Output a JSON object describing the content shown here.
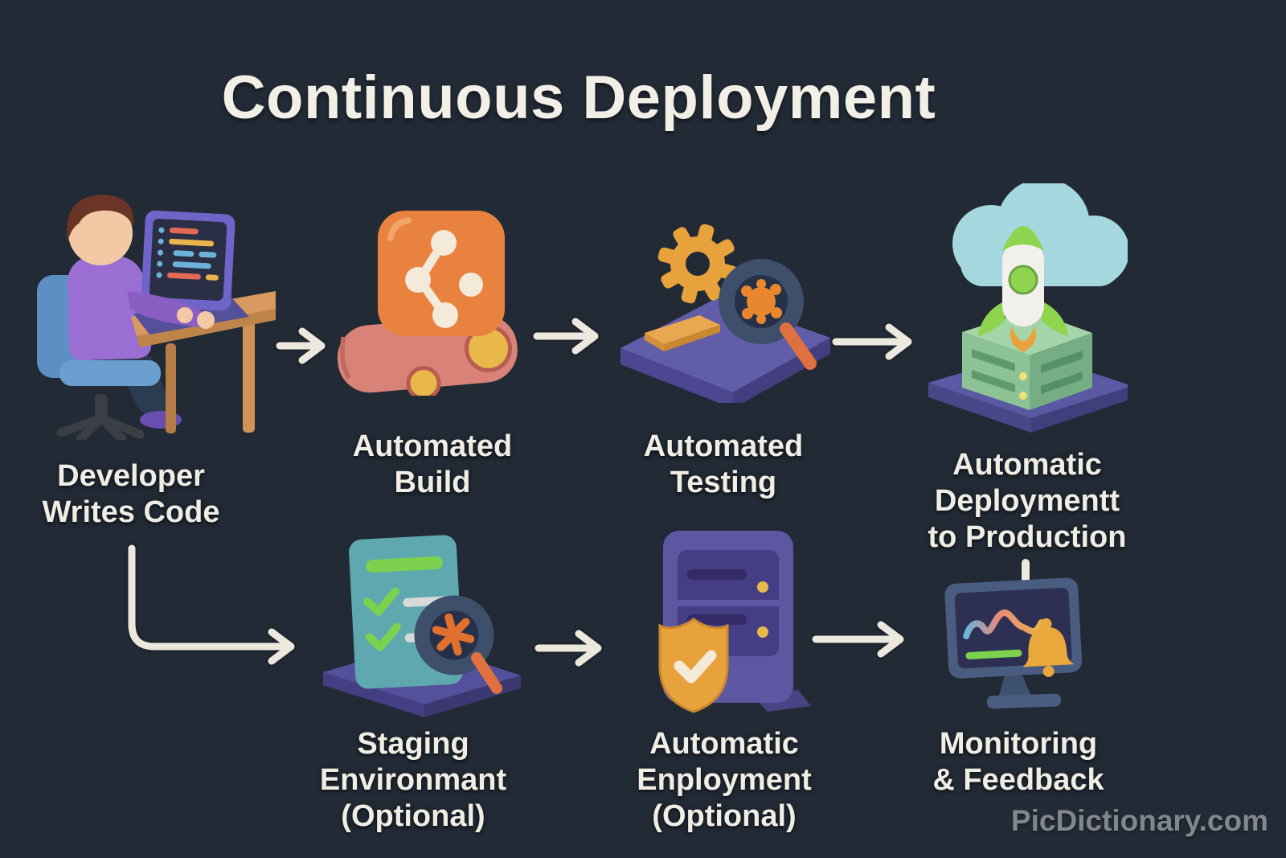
{
  "title": "Continuous Deployment",
  "watermark": "PicDictionary.com",
  "nodes": {
    "developer": {
      "icon": "developer-at-desk-icon",
      "lines": [
        "Developer",
        "Writes Code"
      ]
    },
    "build": {
      "icon": "git-build-conveyor-icon",
      "lines": [
        "Automated",
        "Build"
      ]
    },
    "testing": {
      "icon": "gear-magnifier-testing-icon",
      "lines": [
        "Automated",
        "Testing"
      ]
    },
    "deploy": {
      "icon": "cloud-rocket-server-icon",
      "lines": [
        "Automatic",
        "Deploymentt",
        "to Production"
      ]
    },
    "staging": {
      "icon": "checklist-magnifier-icon",
      "lines": [
        "Staging",
        "Environmant",
        "(Optional)"
      ]
    },
    "enployment": {
      "icon": "server-shield-icon",
      "lines": [
        "Automatic",
        "Enployment",
        "(Optional)"
      ]
    },
    "monitoring": {
      "icon": "monitor-chart-bell-icon",
      "lines": [
        "Monitoring",
        "& Feedback"
      ]
    }
  },
  "connections": [
    {
      "from": "developer",
      "to": "build",
      "style": "arrow"
    },
    {
      "from": "build",
      "to": "testing",
      "style": "arrow"
    },
    {
      "from": "testing",
      "to": "deploy",
      "style": "arrow"
    },
    {
      "from": "developer",
      "to": "staging",
      "style": "elbow-arrow"
    },
    {
      "from": "staging",
      "to": "enployment",
      "style": "arrow"
    },
    {
      "from": "enployment",
      "to": "monitoring",
      "style": "arrow"
    },
    {
      "from": "deploy",
      "to": "monitoring",
      "style": "dash"
    }
  ],
  "colors": {
    "background": "#222a35",
    "text": "#f0ede4",
    "arrow": "#ece8dd",
    "watermark": "#82878f",
    "orange": "#e8823e",
    "gold": "#e8a23c",
    "purple_platform": "#5a55a0",
    "teal_card": "#5fa8b0",
    "green": "#7cd14f",
    "cloud_blue": "#a5d8de",
    "server_green": "#8cc295",
    "navy_magnifier": "#3d4f6b",
    "salmon_conveyor": "#d98378"
  }
}
